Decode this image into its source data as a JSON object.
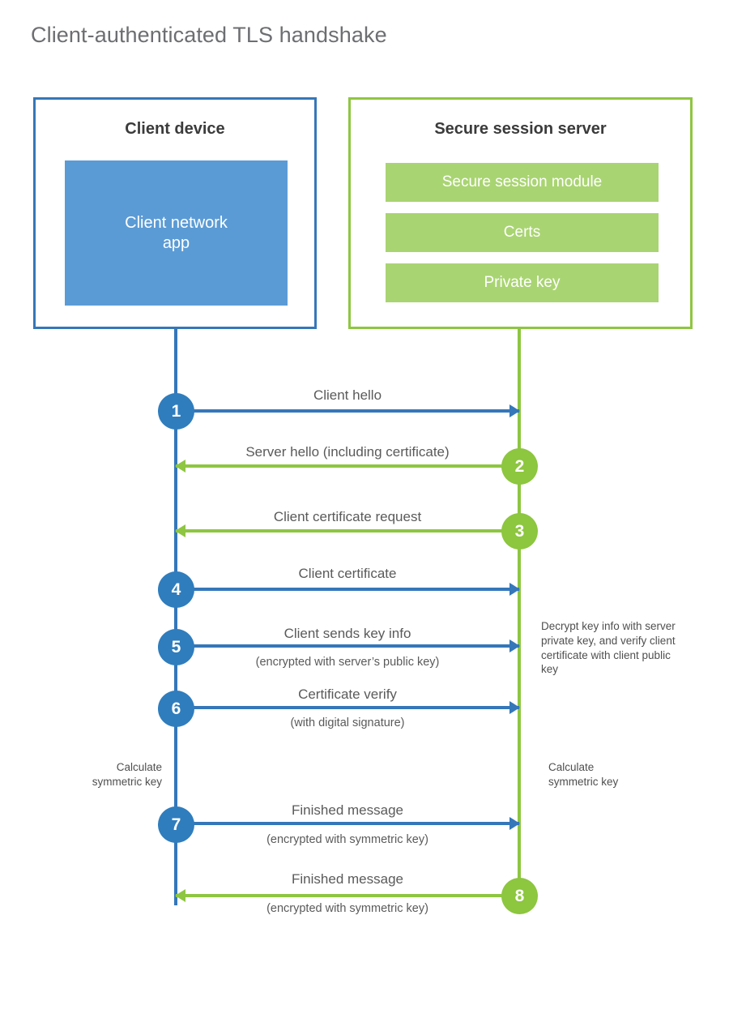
{
  "title": "Client-authenticated TLS handshake",
  "colors": {
    "client_blue": "#3577b9",
    "client_app_fill": "#5b9bd5",
    "server_green": "#8ec641",
    "server_block_fill": "#a9d472",
    "step_blue": "#2f7dbd",
    "step_green": "#8dc63f",
    "title_gray": "#6d6e71",
    "text_gray": "#5a5a5a"
  },
  "client": {
    "title": "Client device",
    "app_label": "Client network\napp"
  },
  "server": {
    "title": "Secure session server",
    "blocks": [
      {
        "label": "Secure session module"
      },
      {
        "label": "Certs"
      },
      {
        "label": "Private key"
      }
    ]
  },
  "steps": [
    {
      "number": "1",
      "label": "Client hello",
      "sublabel": "",
      "direction": "client-to-server",
      "color": "blue"
    },
    {
      "number": "2",
      "label": "Server hello (including certificate)",
      "sublabel": "",
      "direction": "server-to-client",
      "color": "green"
    },
    {
      "number": "3",
      "label": "Client certificate request",
      "sublabel": "",
      "direction": "server-to-client",
      "color": "green"
    },
    {
      "number": "4",
      "label": "Client certificate",
      "sublabel": "",
      "direction": "client-to-server",
      "color": "blue"
    },
    {
      "number": "5",
      "label": "Client sends key info",
      "sublabel": "(encrypted with server’s public key)",
      "direction": "client-to-server",
      "color": "blue"
    },
    {
      "number": "6",
      "label": "Certificate verify",
      "sublabel": "(with digital signature)",
      "direction": "client-to-server",
      "color": "blue"
    },
    {
      "number": "7",
      "label": "Finished message",
      "sublabel": "(encrypted with symmetric key)",
      "direction": "client-to-server",
      "color": "blue"
    },
    {
      "number": "8",
      "label": "Finished message",
      "sublabel": "(encrypted with symmetric key)",
      "direction": "server-to-client",
      "color": "green"
    }
  ],
  "notes": {
    "server_decrypt": "Decrypt key info with server private key, and verify client certificate with client public key",
    "client_calculate": "Calculate\nsymmetric key",
    "server_calculate": "Calculate\nsymmetric key"
  }
}
